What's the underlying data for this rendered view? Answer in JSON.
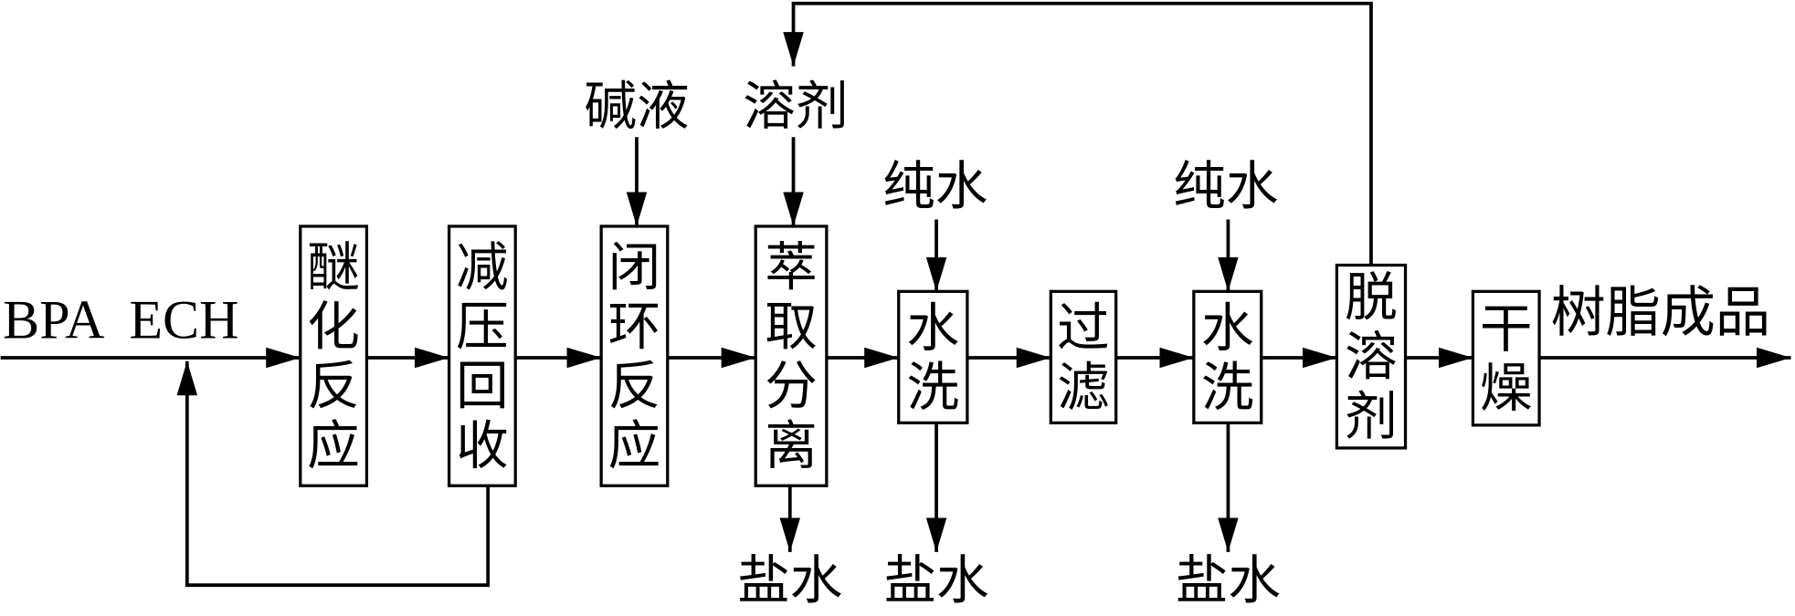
{
  "feed": {
    "label": "BPA ECH"
  },
  "steps": [
    "醚化反应",
    "减压回收",
    "闭环反应",
    "萃取分离",
    "水洗",
    "过滤",
    "水洗",
    "脱溶剂",
    "干燥"
  ],
  "side_inputs": {
    "alkali_solution": "碱液",
    "solvent": "溶剂",
    "pure_water_wash1": "纯水",
    "pure_water_wash2": "纯水"
  },
  "side_outputs": {
    "brine_extraction": "盐水",
    "brine_wash1": "盐水",
    "brine_wash2": "盐水"
  },
  "product": "树脂成品",
  "colors": {
    "line": "#000000",
    "background": "#ffffff"
  }
}
